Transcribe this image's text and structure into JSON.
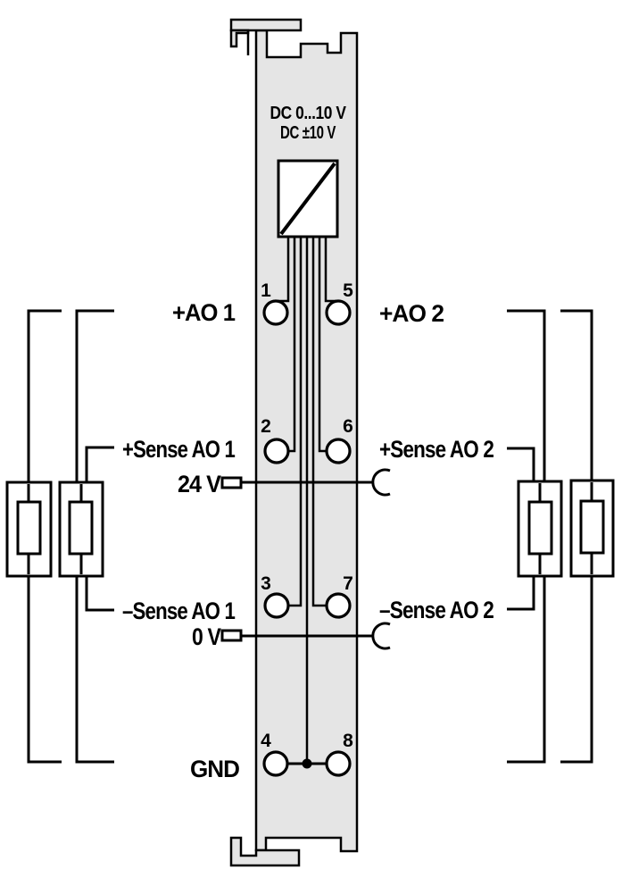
{
  "module": {
    "type_label_line1": "DC 0...10 V",
    "type_label_line2": "DC ±10 V"
  },
  "pins": {
    "p1": "1",
    "p2": "2",
    "p3": "3",
    "p4": "4",
    "p5": "5",
    "p6": "6",
    "p7": "7",
    "p8": "8"
  },
  "terminals": {
    "ao1": "+AO 1",
    "sense_plus_ao1": "+Sense AO 1",
    "supply_24v": "24 V",
    "sense_minus_ao1": "–Sense AO 1",
    "supply_0v": "0 V",
    "gnd": "GND",
    "ao2": "+AO 2",
    "sense_plus_ao2": "+Sense AO 2",
    "sense_minus_ao2": "–Sense AO 2"
  },
  "symbols": {
    "converter": "dac-converter-icon",
    "jumper_blade": "power-jumper-blade-icon",
    "jumper_socket": "power-jumper-socket-icon",
    "load": "load-resistor-icon"
  },
  "colors": {
    "module_fill": "#e5e5e5",
    "stroke": "#000000",
    "background": "#ffffff",
    "contact_fill": "#ffffff"
  }
}
